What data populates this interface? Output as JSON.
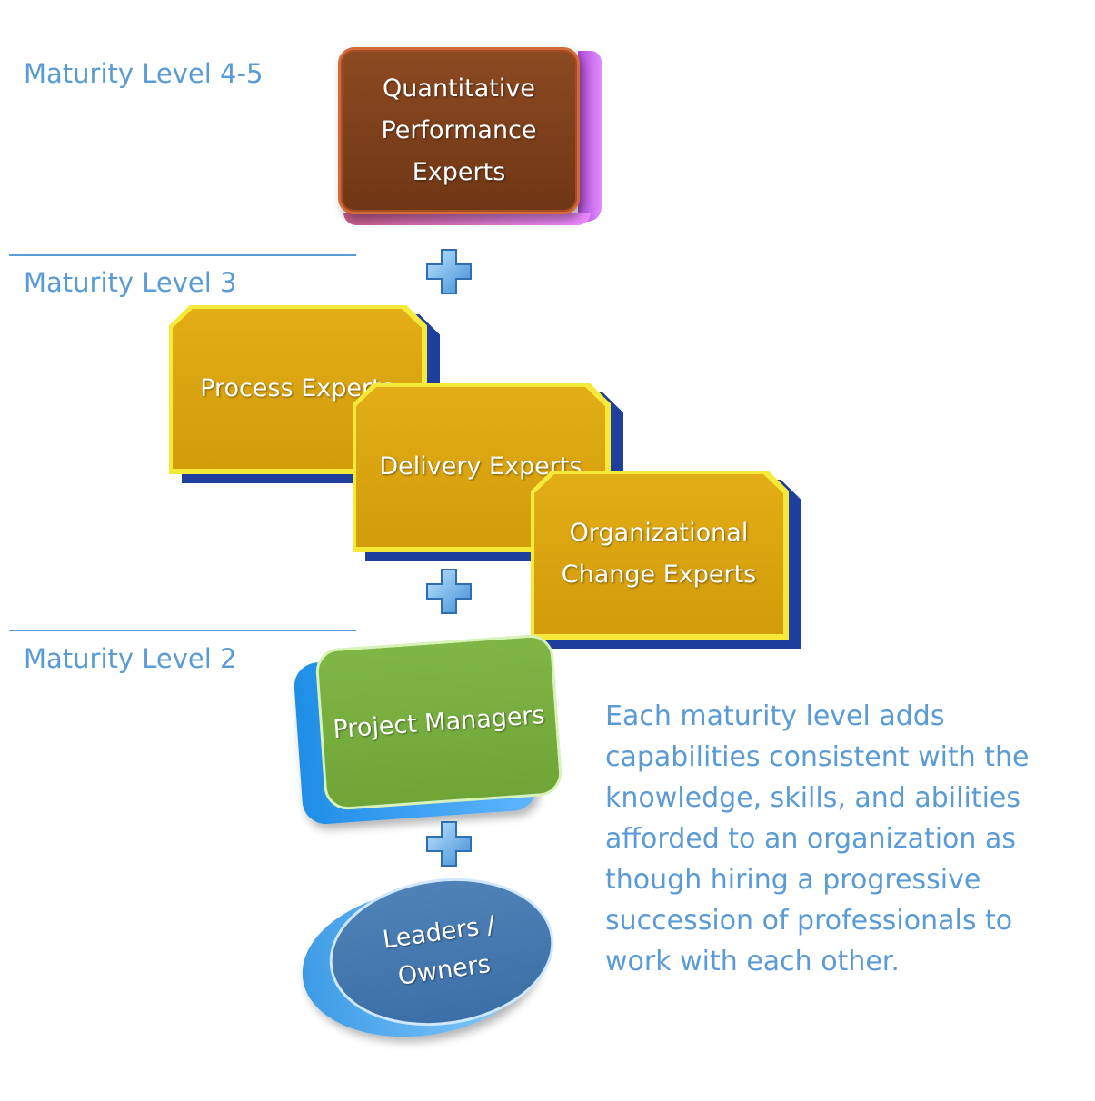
{
  "levels": [
    {
      "label": "Maturity Level 4-5"
    },
    {
      "label": "Maturity Level 3"
    },
    {
      "label": "Maturity Level 2"
    }
  ],
  "boxes": {
    "quantitative": "Quantitative\nPerformance\nExperts",
    "process": "Process Experts",
    "delivery": "Delivery Experts",
    "org_change": "Organizational\nChange Experts",
    "project_managers": "Project Managers",
    "leaders": "Leaders /\nOwners"
  },
  "description": "Each maturity level adds capabilities consistent with the knowledge, skills, and abilities afforded to an organization as though hiring a progressive succession of professionals to work with each other.",
  "colors": {
    "label": "#5b9bd5",
    "quantitative": "#7a3e1a",
    "gold": "#dba512",
    "green": "#78ad3e",
    "blue": "#4677ad"
  },
  "icons": [
    "plus-icon",
    "plus-icon",
    "plus-icon"
  ]
}
